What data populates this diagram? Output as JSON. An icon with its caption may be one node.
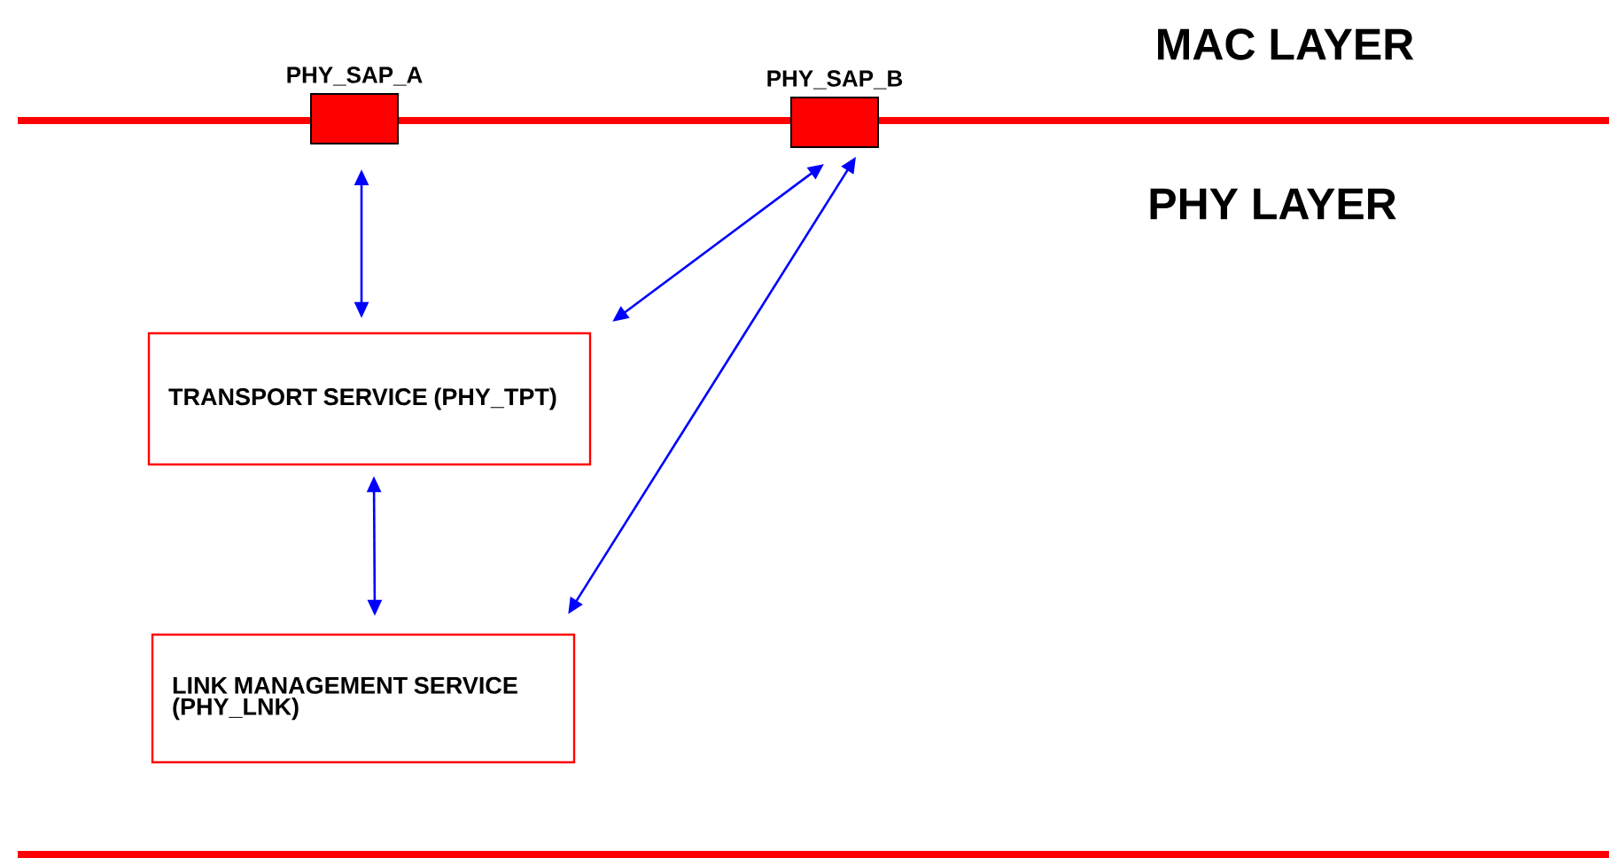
{
  "diagram": {
    "nodes": [
      {
        "text": [
          "PHY_SAP_A"
        ]
      },
      {
        "text": [
          "PHY_SAP_B"
        ]
      },
      {
        "text": [
          "TRANSPORT SERVICE (PHY_TPT)"
        ]
      },
      {
        "text": [
          "LINK MANAGEMENT SERVICE (PHY_LNK)"
        ]
      }
    ],
    "edges": [
      {
        "from": 0,
        "to": 2,
        "arrow": "both"
      },
      {
        "from": 1,
        "to": 2,
        "arrow": "both"
      },
      {
        "from": 1,
        "to": 3,
        "arrow": "both"
      },
      {
        "from": 2,
        "to": 3,
        "arrow": "both"
      }
    ],
    "labels": [
      "MAC  LAYER",
      "PHY LAYER"
    ]
  }
}
